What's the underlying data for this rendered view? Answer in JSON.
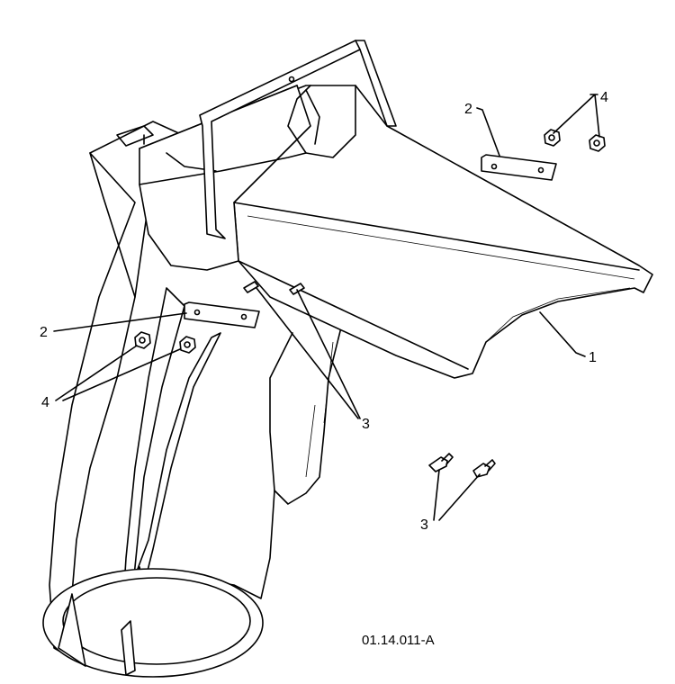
{
  "drawing": {
    "reference_code": "01.14.011-A",
    "callouts": [
      {
        "id": "callout-1",
        "label": "1"
      },
      {
        "id": "callout-2-upper",
        "label": "2"
      },
      {
        "id": "callout-2-lower",
        "label": "2"
      },
      {
        "id": "callout-3-upper",
        "label": "3"
      },
      {
        "id": "callout-3-lower",
        "label": "3"
      },
      {
        "id": "callout-4-upper",
        "label": "4"
      },
      {
        "id": "callout-4-lower",
        "label": "4"
      }
    ]
  }
}
